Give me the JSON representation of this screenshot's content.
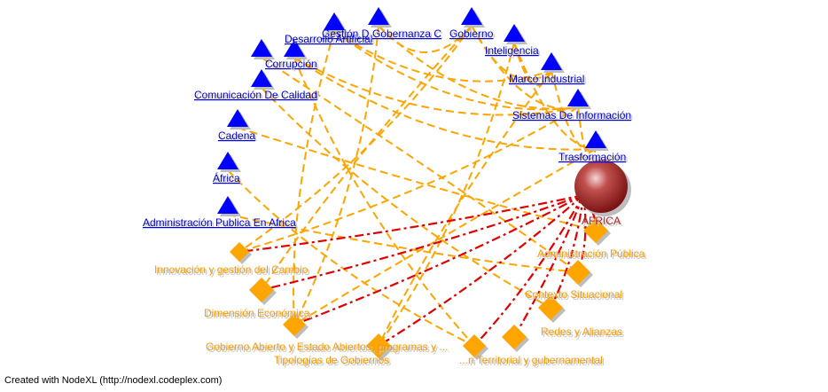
{
  "graph": {
    "hub": {
      "label": "AFRICA",
      "color": "#b22222"
    },
    "topic_nodes": [
      "Gestión D",
      "Desarrollo Artificial",
      "Gobernanza C",
      "Gobierno",
      "Inteligencia",
      "Marco Industrial",
      "Sistemas De Información",
      "Trasformación",
      "Corrupción",
      "Comunicación De Calidad",
      "Cadena",
      "África",
      "Administración Publica En Africa"
    ],
    "category_nodes": [
      "Administración Pública",
      "Contexto Situacional",
      "Redes  y Alianzas",
      "Innovación y gestión del Cambio",
      "Dimensión Económica",
      "Gobierno Abierto y Estado Abiertos, programas y ...",
      "Tipologías de Gobiernos",
      "...n Territorial y gubernamental"
    ],
    "colors": {
      "topic": "#0000ff",
      "topic_label": "#0000cc",
      "category": "#ffa500",
      "category_label": "#ff9900",
      "edge_topic": "#ffa500",
      "edge_hub": "#e00000"
    }
  },
  "footer": {
    "credit": "Created with NodeXL (http://nodexl.codeplex.com)"
  }
}
